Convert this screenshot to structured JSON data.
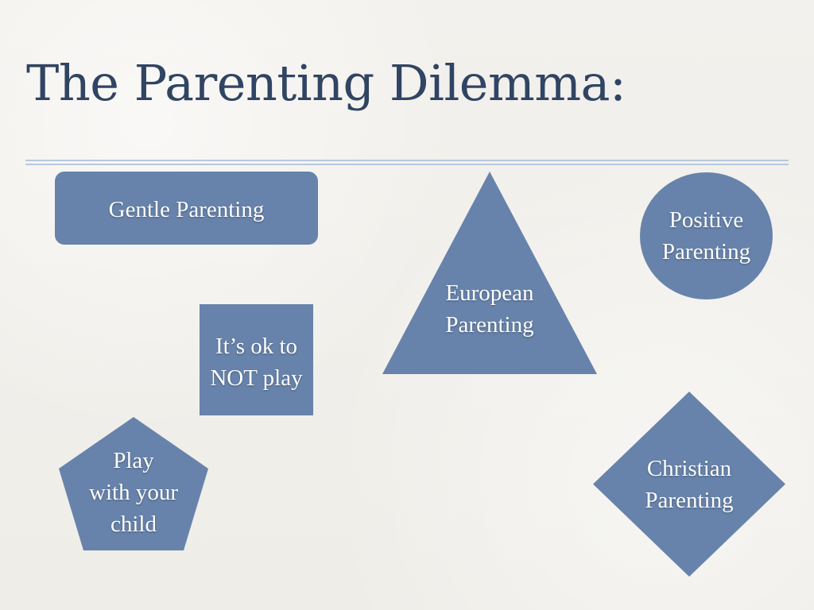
{
  "slide": {
    "title": "The Parenting Dilemma:"
  },
  "colors": {
    "background": "#f1efea",
    "title": "#304463",
    "shape_fill": "#6783ab",
    "divider": "#b8c8dc",
    "label_text": "#ffffff"
  },
  "shapes": {
    "gentle_parenting": {
      "line1": "Gentle Parenting"
    },
    "its_ok_to_not_play": {
      "line1": "It’s ok to",
      "line2": "NOT play"
    },
    "european_parenting": {
      "line1": "European",
      "line2": "Parenting"
    },
    "positive_parenting": {
      "line1": "Positive",
      "line2": "Parenting"
    },
    "play_with_your_child": {
      "line1": "Play",
      "line2": "with your",
      "line3": "child"
    },
    "christian_parenting": {
      "line1": "Christian",
      "line2": "Parenting"
    }
  }
}
